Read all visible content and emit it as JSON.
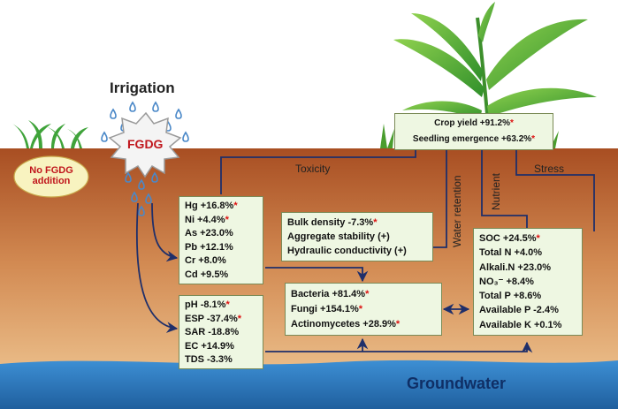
{
  "irrigation_label": "Irrigation",
  "fgdg_label": "FGDG",
  "no_fgdg": [
    "No FGDG",
    "addition"
  ],
  "groundwater_label": "Groundwater",
  "crop_box": [
    {
      "text": "Crop yield +91.2%",
      "star": "*"
    },
    {
      "text": "Seedling emergence +63.2%",
      "star": "*"
    }
  ],
  "metals_box": [
    {
      "text": "Hg +16.8%",
      "star": "*"
    },
    {
      "text": "Ni +4.4%",
      "star": "*"
    },
    {
      "text": "As +23.0%",
      "star": ""
    },
    {
      "text": "Pb +12.1%",
      "star": ""
    },
    {
      "text": "Cr +8.0%",
      "star": ""
    },
    {
      "text": "Cd +9.5%",
      "star": ""
    }
  ],
  "physical_box": [
    {
      "text": "Bulk density -7.3%",
      "star": "*"
    },
    {
      "text": "Aggregate stability (+)",
      "star": ""
    },
    {
      "text": "Hydraulic conductivity (+)",
      "star": ""
    }
  ],
  "nutrient_box": [
    {
      "text": "SOC +24.5%",
      "star": "*"
    },
    {
      "text": "Total N +4.0%",
      "star": ""
    },
    {
      "text": "Alkali.N +23.0%",
      "star": ""
    },
    {
      "text": "NO₃⁻ +8.4%",
      "star": ""
    },
    {
      "text": "Total P +8.6%",
      "star": ""
    },
    {
      "text": "Available P -2.4%",
      "star": ""
    },
    {
      "text": "Available K +0.1%",
      "star": ""
    }
  ],
  "chem_box": [
    {
      "text": "pH -8.1%",
      "star": "*"
    },
    {
      "text": "ESP -37.4%",
      "star": "*"
    },
    {
      "text": "SAR -18.8%",
      "star": ""
    },
    {
      "text": "EC +14.9%",
      "star": ""
    },
    {
      "text": "TDS -3.3%",
      "star": ""
    }
  ],
  "microbe_box": [
    {
      "text": "Bacteria +81.4%",
      "star": "*"
    },
    {
      "text": "Fungi +154.1%",
      "star": "*"
    },
    {
      "text": "Actinomycetes +28.9%",
      "star": "*"
    }
  ],
  "arrow_labels": {
    "toxicity": "Toxicity",
    "water_retention": "Water retention",
    "nutrient": "Nutrient",
    "stress": "Stress"
  },
  "colors": {
    "soil_top": "#b65a2a",
    "soil_bottom": "#e6b27a",
    "water": "#2f7fc6",
    "arrow": "#1f2f6a",
    "box_fill": "#eef7e2",
    "asterisk": "#dd1111",
    "fgdg_text": "#c0161c"
  }
}
